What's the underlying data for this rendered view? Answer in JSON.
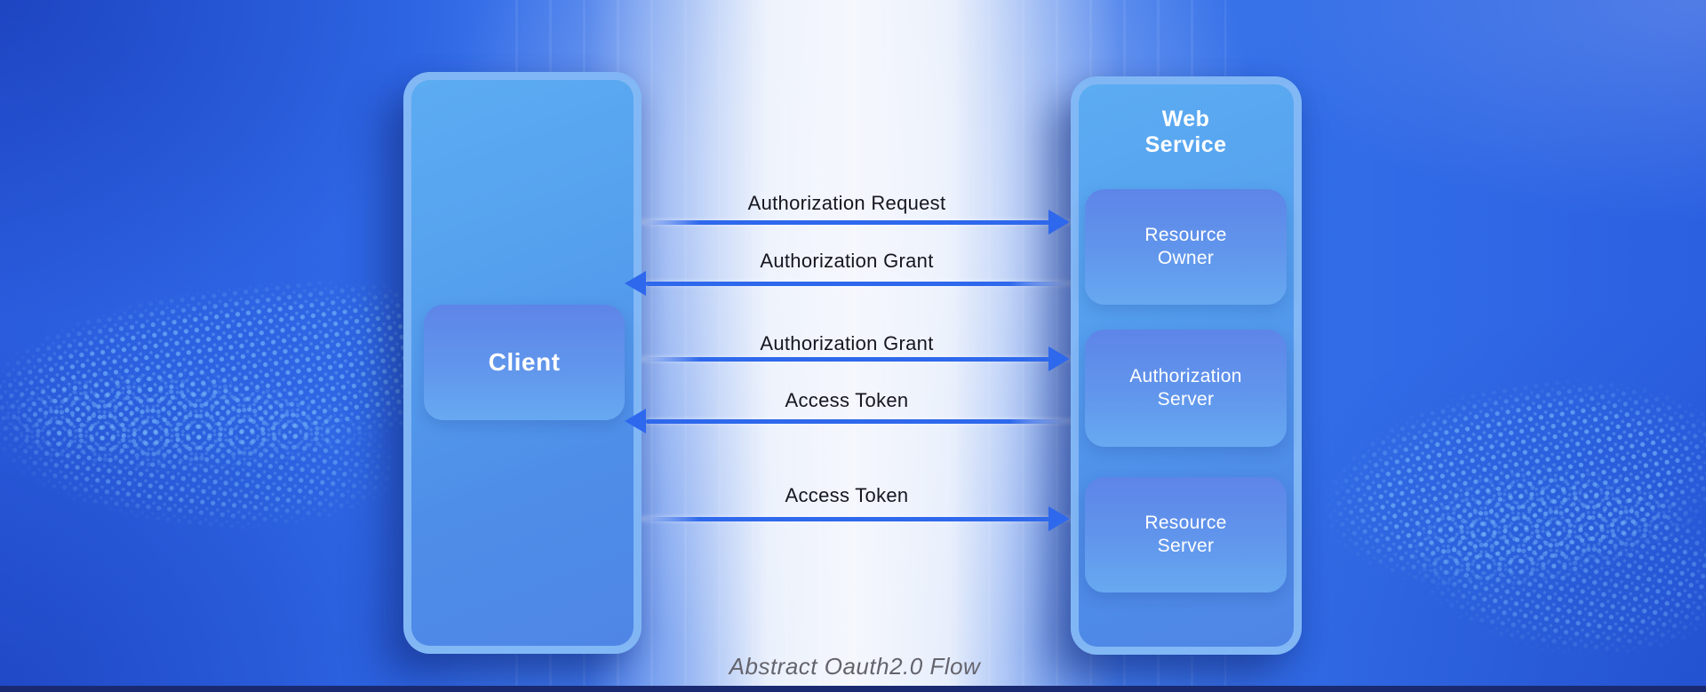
{
  "diagram": {
    "caption": "Abstract Oauth2.0 Flow",
    "client_card": {
      "label": "Client"
    },
    "web_service_card": {
      "title": "Web\nService",
      "boxes": [
        {
          "label": "Resource\nOwner"
        },
        {
          "label": "Authorization\nServer"
        },
        {
          "label": "Resource\nServer"
        }
      ]
    },
    "flows": [
      {
        "label": "Authorization Request",
        "direction": "client-to-service"
      },
      {
        "label": "Authorization Grant",
        "direction": "service-to-client"
      },
      {
        "label": "Authorization Grant",
        "direction": "client-to-service"
      },
      {
        "label": "Access Token",
        "direction": "service-to-client"
      },
      {
        "label": "Access Token",
        "direction": "client-to-service"
      }
    ],
    "colors": {
      "background_blue": "#2f68e6",
      "center_band": "#f5f7fd",
      "card_fill_top": "#5cacf2",
      "card_fill_bottom": "#4f86e6",
      "card_ring": "#86baf5",
      "inner_box_top": "#5d85e8",
      "inner_box_bottom": "#67a9f1",
      "arrow": "#2e68ec",
      "label_text": "#16161f",
      "caption_text": "#64646d",
      "bottom_bar": "#1a2a72"
    }
  }
}
